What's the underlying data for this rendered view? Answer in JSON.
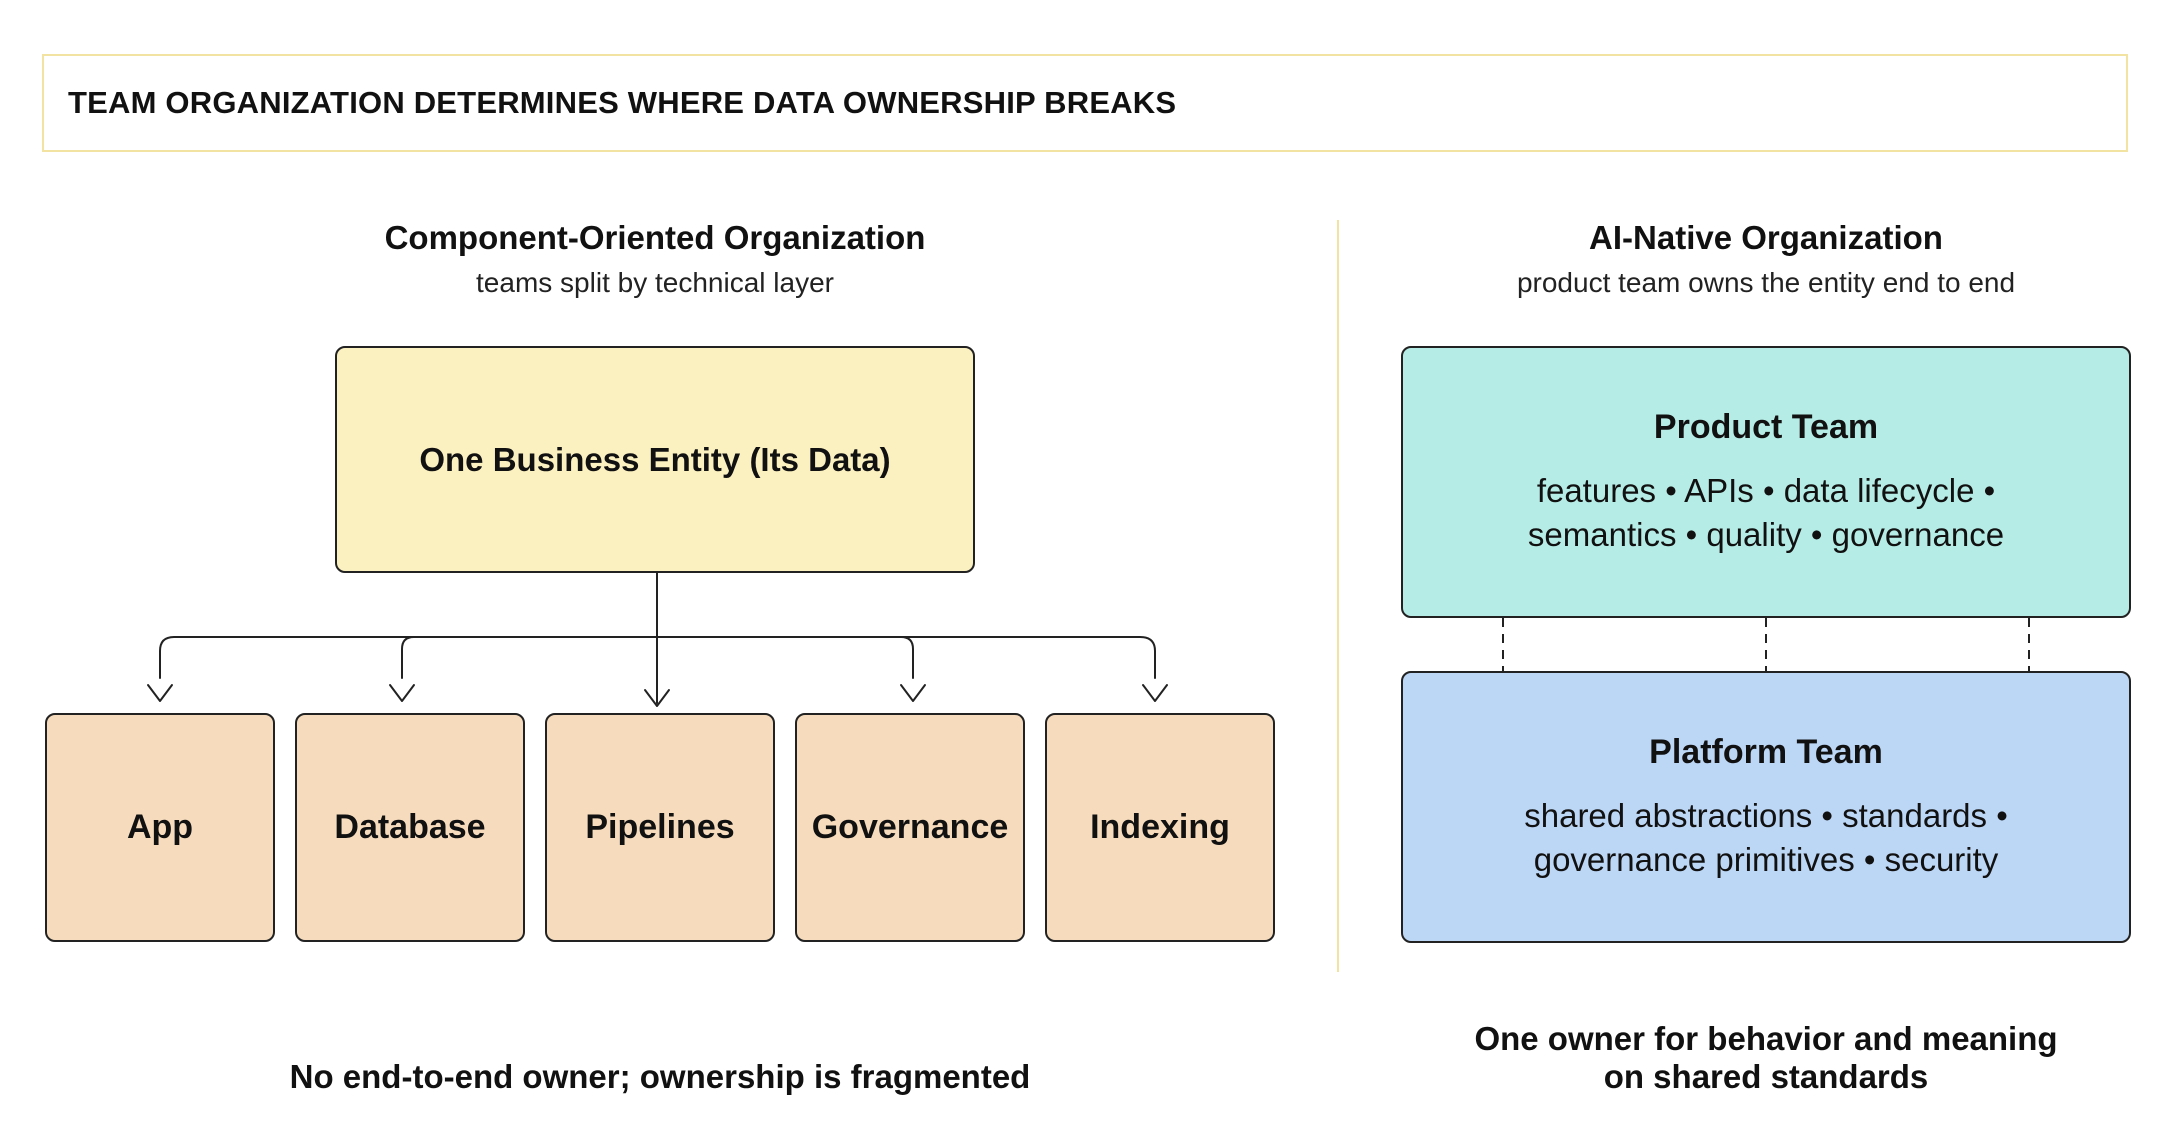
{
  "title": "TEAM ORGANIZATION DETERMINES WHERE DATA OWNERSHIP BREAKS",
  "left_panel": {
    "heading": "Component-Oriented Organization",
    "subheading": "teams split by technical layer",
    "entity": "One Business Entity (Its Data)",
    "components": [
      "App",
      "Database",
      "Pipelines",
      "Governance",
      "Indexing"
    ],
    "footer": "No end-to-end owner; ownership is fragmented"
  },
  "right_panel": {
    "heading": "AI-Native Organization",
    "subheading": "product team owns the entity end to end",
    "product_team": {
      "title": "Product Team",
      "line1": "features • APIs • data lifecycle •",
      "line2": "semantics • quality • governance"
    },
    "platform_team": {
      "title": "Platform Team",
      "line1": "shared abstractions • standards •",
      "line2": "governance primitives • security"
    },
    "footer_line1": "One owner for behavior and meaning",
    "footer_line2": "on shared standards"
  },
  "colors": {
    "title_border": "#f3e3a3",
    "entity_fill": "#fbf0c0",
    "component_fill": "#f6dcbd",
    "product_fill": "#b6ece6",
    "platform_fill": "#bcd6f5",
    "divider": "#f3e3a3",
    "stroke": "#222222"
  }
}
